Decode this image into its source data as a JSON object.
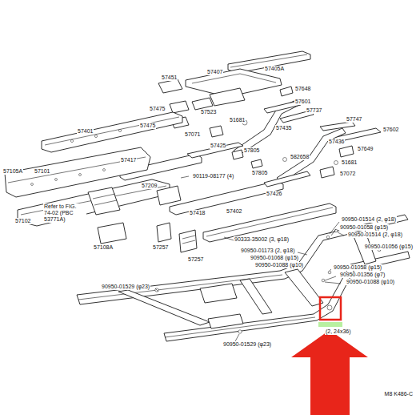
{
  "diagram": {
    "labels": [
      "57405A",
      "57407",
      "57451",
      "57648",
      "57475",
      "57523",
      "57601",
      "57737",
      "51681",
      "57435",
      "57747",
      "57071",
      "57475",
      "57602",
      "57401",
      "57417",
      "57425",
      "57805",
      "582658",
      "57436",
      "57649",
      "51681",
      "57105A",
      "57101",
      "90119-08177 (4)",
      "57805",
      "57072",
      "57209",
      "57426",
      "Refer to FIG. 74-02 (PBC 53771A)",
      "57102",
      "57418",
      "57402",
      "57108A",
      "57257",
      "57257",
      "90333-35002 (3, φ18)",
      "90950-01514 (2, φ18)",
      "90950-01058 (φ15)",
      "90950-01514 (2, φ18)",
      "90950-01173 (2, φ18)",
      "90950-01068 (φ15)",
      "90950-01088 (φ10)",
      "90950-01056 (φ15)",
      "90950-01058 (φ15)",
      "90950-01356 (φ7)",
      "90950-01088 (φ10)",
      "90950-01529 (φ23)",
      "(2, 24x36)",
      "90950-01529 (φ23)",
      "M8 K486-C"
    ]
  }
}
